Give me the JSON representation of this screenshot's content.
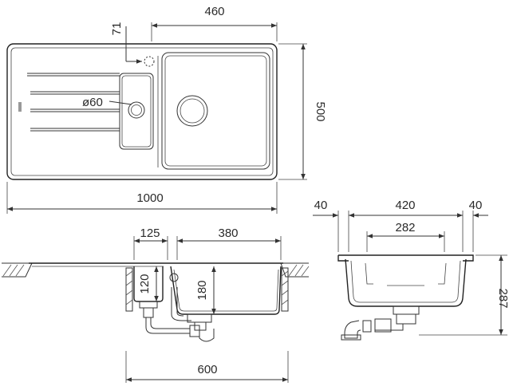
{
  "top_view": {
    "dim_width_total": "1000",
    "dim_bowl_width": "460",
    "dim_height": "500",
    "dim_offset": "71",
    "dim_waste_diameter": "ø60"
  },
  "side_view": {
    "dim_drainer_offset": "125",
    "dim_bowl_length": "380",
    "dim_depth_small": "120",
    "dim_depth_bowl": "180",
    "dim_cabinet": "600"
  },
  "end_view": {
    "dim_rim_left": "40",
    "dim_inner_width": "420",
    "dim_rim_right": "40",
    "dim_bottom_width": "282",
    "dim_total_depth": "287"
  }
}
